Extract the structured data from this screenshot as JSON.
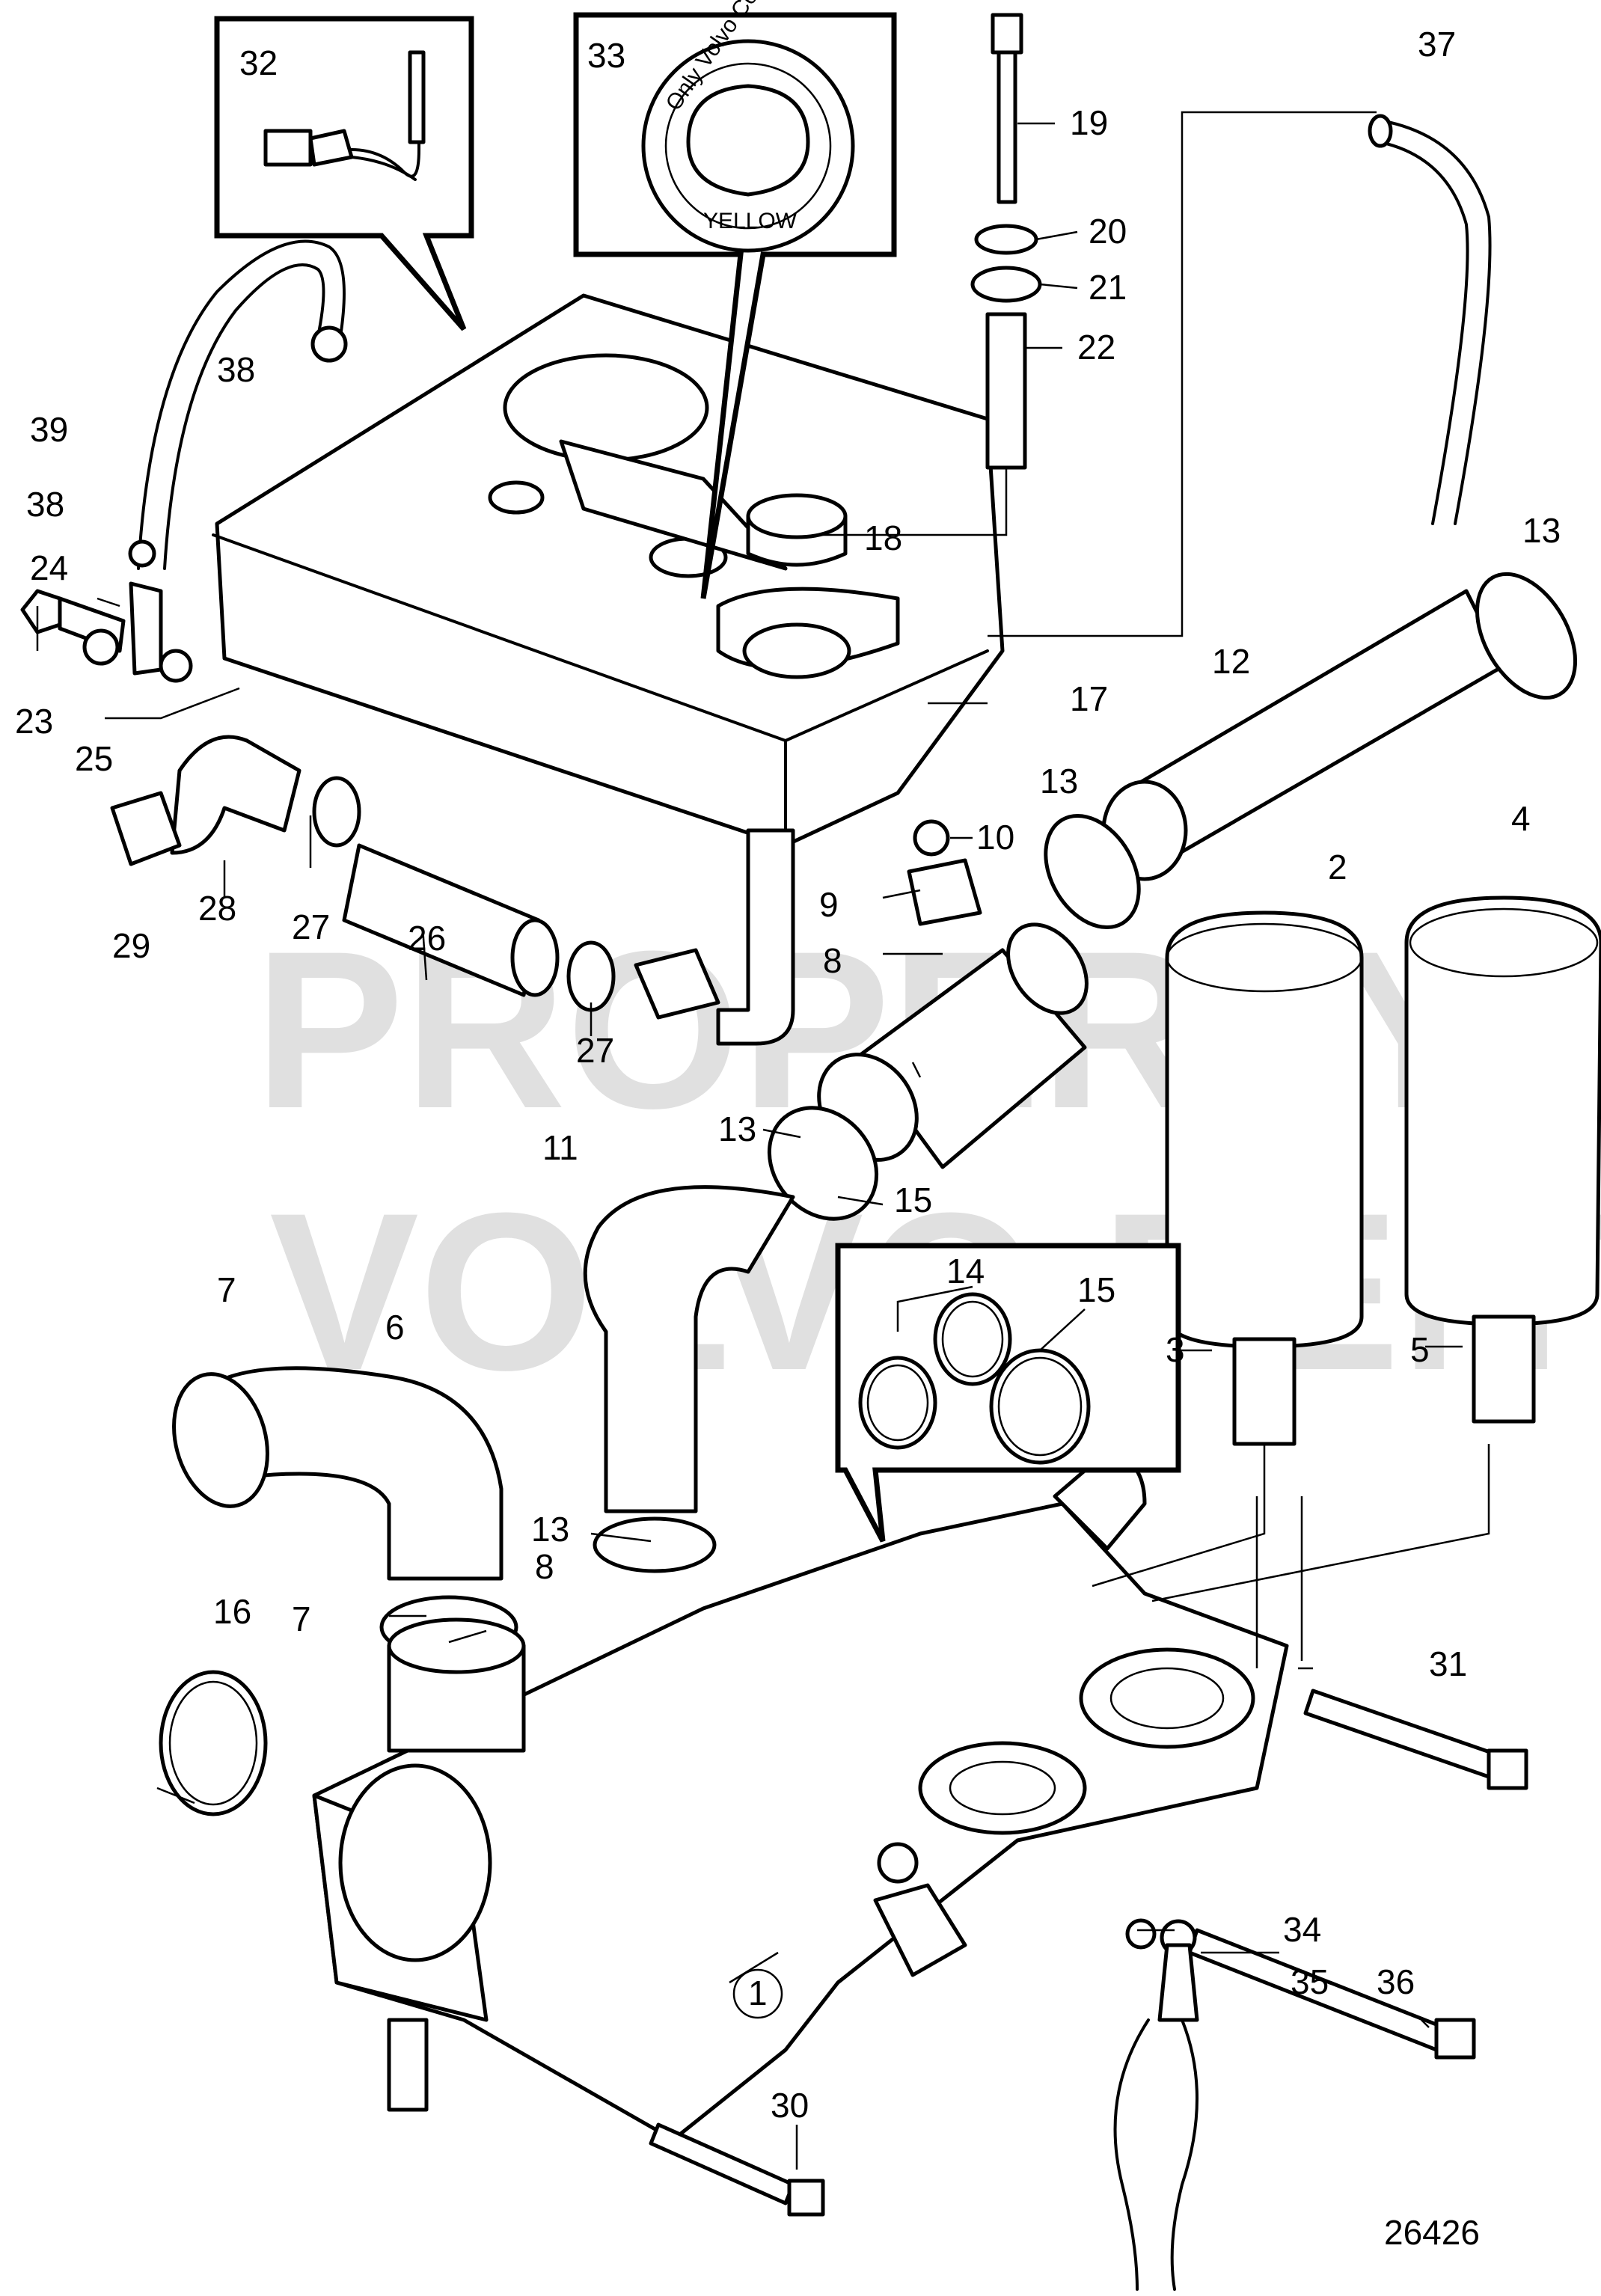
{
  "watermark": {
    "line1": "PROPERTY OF",
    "line2": "VOLVO PENTA"
  },
  "cap_text": {
    "top": "Only Volvo Coolant VCS",
    "bottom": "YELLOW"
  },
  "drawing_number": "26426",
  "labels": {
    "l1": "1",
    "l2": "2",
    "l3": "3",
    "l4": "4",
    "l5": "5",
    "l6": "6",
    "l7a": "7",
    "l7b": "7",
    "l8a": "8",
    "l8b": "8",
    "l9": "9",
    "l10": "10",
    "l11": "11",
    "l12": "12",
    "l13a": "13",
    "l13b": "13",
    "l13c": "13",
    "l13d": "13",
    "l14": "14",
    "l15a": "15",
    "l15b": "15",
    "l16": "16",
    "l17": "17",
    "l18": "18",
    "l19": "19",
    "l20": "20",
    "l21": "21",
    "l22": "22",
    "l23": "23",
    "l24": "24",
    "l25": "25",
    "l26": "26",
    "l27a": "27",
    "l27b": "27",
    "l28": "28",
    "l29": "29",
    "l30": "30",
    "l31": "31",
    "l32": "32",
    "l33": "33",
    "l34": "34",
    "l35": "35",
    "l36": "36",
    "l37": "37",
    "l38a": "38",
    "l38b": "38",
    "l39": "39"
  }
}
